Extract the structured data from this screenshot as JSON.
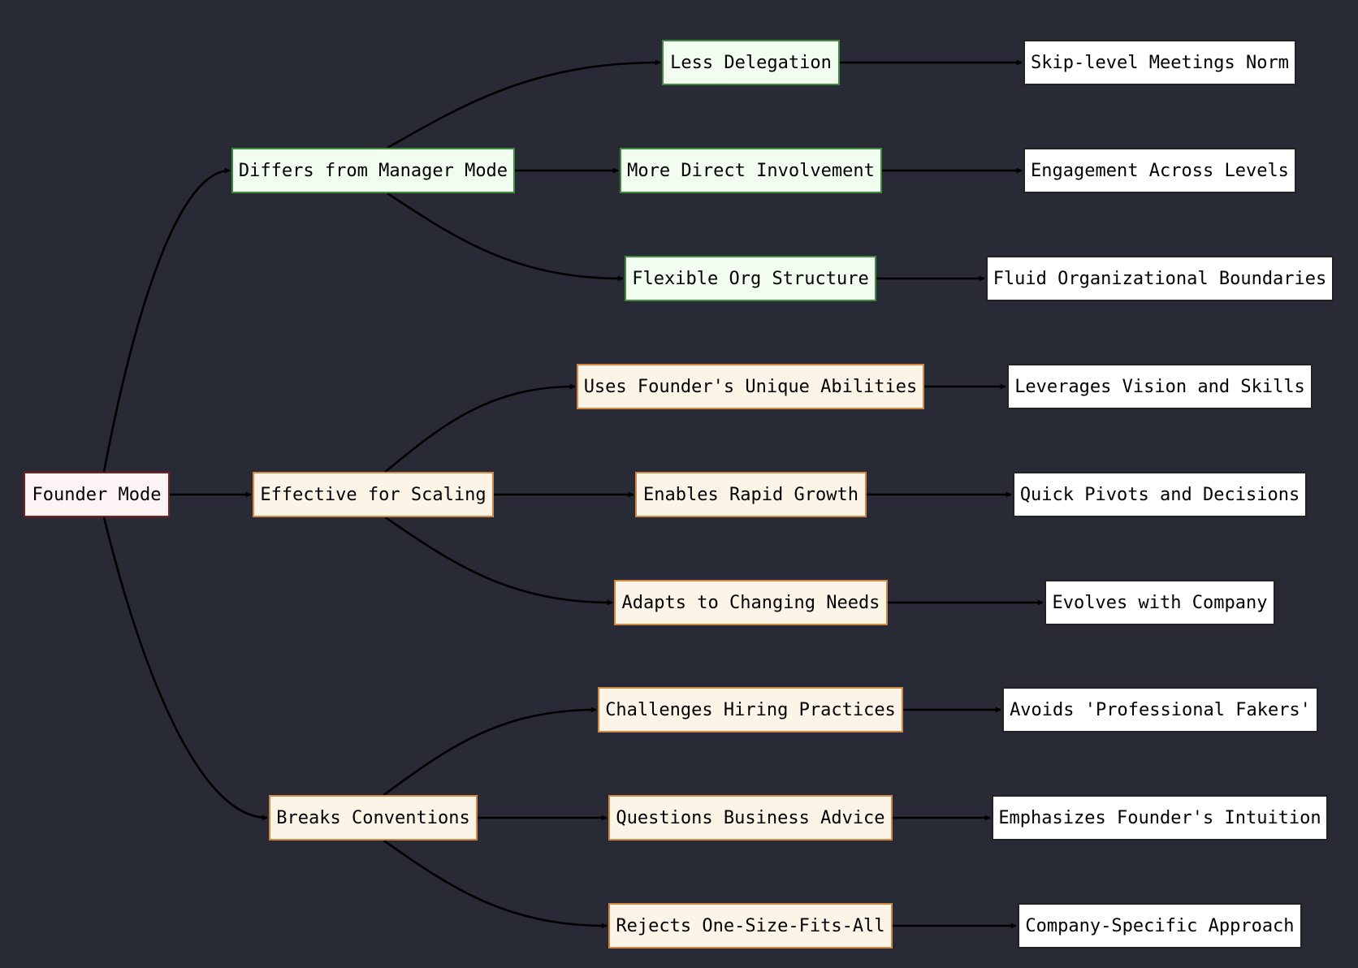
{
  "colors": {
    "background": "#282a36",
    "edge": "#000000",
    "root_fill": "#fcf4f4",
    "root_border": "#7a1f1f",
    "green_fill": "#f1fdee",
    "green_border": "#3f8a3b",
    "orange_fill": "#fdf4e8",
    "orange_border": "#d28844",
    "leaf_fill": "#ffffff",
    "leaf_border": "#222222"
  },
  "nodes": {
    "root": "Founder Mode",
    "differs": "Differs from Manager Mode",
    "effective": "Effective for Scaling",
    "breaks": "Breaks Conventions",
    "less_delegation": "Less Delegation",
    "direct_involvement": "More Direct Involvement",
    "flexible_org": "Flexible Org Structure",
    "unique_abilities": "Uses Founder's Unique Abilities",
    "rapid_growth": "Enables Rapid Growth",
    "adapts": "Adapts to Changing Needs",
    "hiring": "Challenges Hiring Practices",
    "advice": "Questions Business Advice",
    "one_size": "Rejects One-Size-Fits-All",
    "skip_level": "Skip-level Meetings Norm",
    "engagement": "Engagement Across Levels",
    "fluid": "Fluid Organizational Boundaries",
    "vision": "Leverages Vision and Skills",
    "pivots": "Quick Pivots and Decisions",
    "evolves": "Evolves with Company",
    "fakers": "Avoids 'Professional Fakers'",
    "intuition": "Emphasizes Founder's Intuition",
    "specific": "Company-Specific Approach"
  },
  "edges": [
    [
      "root",
      "differs"
    ],
    [
      "root",
      "effective"
    ],
    [
      "root",
      "breaks"
    ],
    [
      "differs",
      "less_delegation"
    ],
    [
      "differs",
      "direct_involvement"
    ],
    [
      "differs",
      "flexible_org"
    ],
    [
      "effective",
      "unique_abilities"
    ],
    [
      "effective",
      "rapid_growth"
    ],
    [
      "effective",
      "adapts"
    ],
    [
      "breaks",
      "hiring"
    ],
    [
      "breaks",
      "advice"
    ],
    [
      "breaks",
      "one_size"
    ],
    [
      "less_delegation",
      "skip_level"
    ],
    [
      "direct_involvement",
      "engagement"
    ],
    [
      "flexible_org",
      "fluid"
    ],
    [
      "unique_abilities",
      "vision"
    ],
    [
      "rapid_growth",
      "pivots"
    ],
    [
      "adapts",
      "evolves"
    ],
    [
      "hiring",
      "fakers"
    ],
    [
      "advice",
      "intuition"
    ],
    [
      "one_size",
      "specific"
    ]
  ]
}
